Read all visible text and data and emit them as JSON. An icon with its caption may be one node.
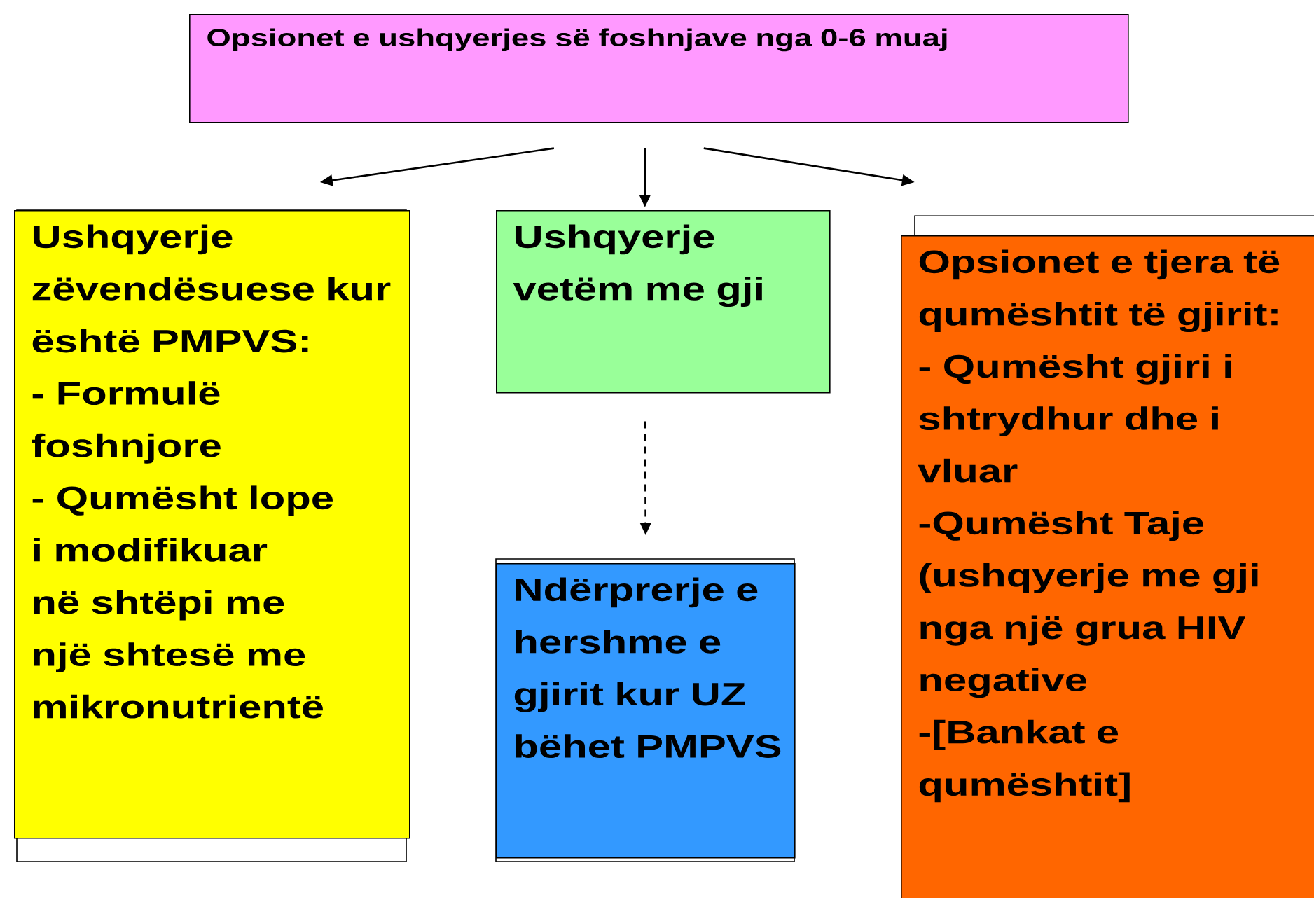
{
  "diagram": {
    "nodes": [
      {
        "text": [
          "Opsionet e ushqyerjes së foshnjave nga 0-6 muaj"
        ]
      },
      {
        "text": [
          "Ushqyerje zëvendësuese kur është PMPVS:",
          "- Formulë foshnjore",
          "- Qumësht lope i modifikuar në shtëpi me një shtesë me mikronutrientë"
        ]
      },
      {
        "text": [
          "Ushqyerje vetëm me gji"
        ]
      },
      {
        "text": [
          "Opsionet e tjera të qumështit të gjirit:",
          "- Qumësht gjiri i shtrydhur dhe i vluar",
          "-Qumësht Taje (ushqyerje me gji nga një grua HIV negative",
          "-[Bankat e qumështit]"
        ]
      },
      {
        "text": [
          "Ndërprerje e hershme e gjirit kur UZ bëhet PMPVS"
        ]
      }
    ],
    "edges": [
      {
        "from": 0,
        "to": 1,
        "arrow": "to"
      },
      {
        "from": 0,
        "to": 2,
        "arrow": "to"
      },
      {
        "from": 0,
        "to": 3,
        "arrow": "to"
      },
      {
        "from": 2,
        "to": 4,
        "arrow": "to",
        "style": "dashed"
      }
    ]
  }
}
